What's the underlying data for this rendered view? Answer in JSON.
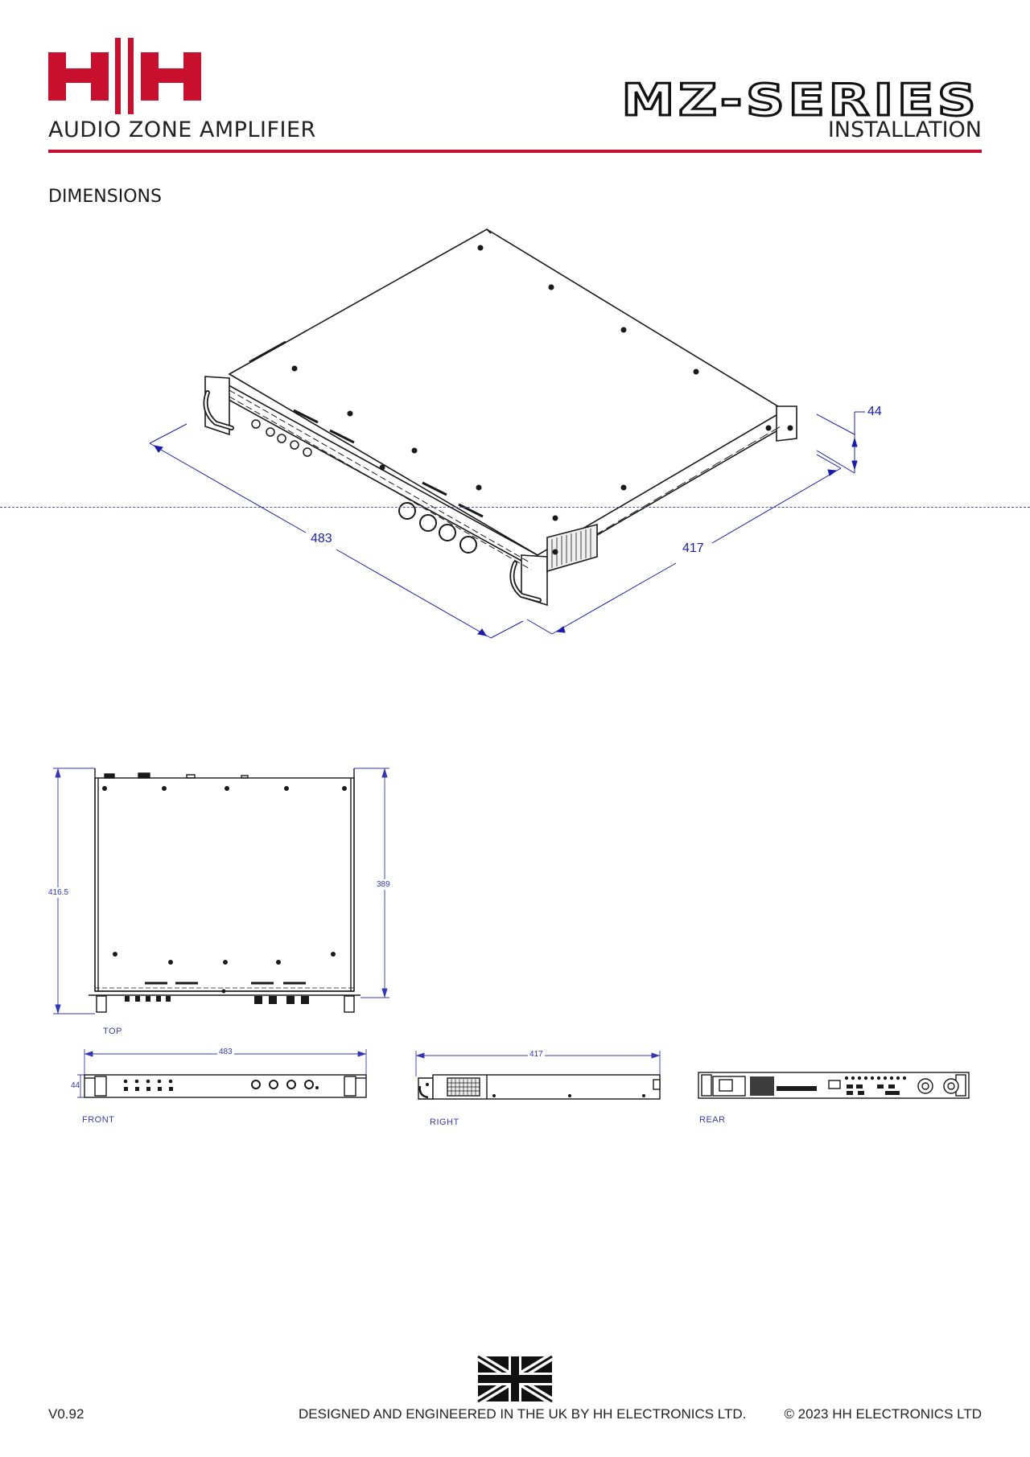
{
  "header": {
    "logo_text": "H||H",
    "brand_subtitle": "AUDIO ZONE AMPLIFIER",
    "series_title": "MZ-SERIES",
    "series_subtitle": "INSTALLATION"
  },
  "section": {
    "title": "DIMENSIONS"
  },
  "iso_view": {
    "width": "483",
    "depth": "417",
    "height": "44"
  },
  "top_view": {
    "label": "TOP",
    "overall_depth": "416.5",
    "inner_depth": "389"
  },
  "front_view": {
    "label": "FRONT",
    "width": "483",
    "height": "44"
  },
  "right_view": {
    "label": "RIGHT",
    "depth": "417"
  },
  "rear_view": {
    "label": "REAR"
  },
  "footer": {
    "version": "V0.92",
    "designed_text": "DESIGNED AND ENGINEERED IN THE UK BY HH ELECTRONICS LTD.",
    "copyright": "© 2023 HH ELECTRONICS LTD"
  },
  "colors": {
    "brand_red": "#c8102e",
    "dimension_blue": "#1c1cab",
    "outline": "#1a1a1a"
  }
}
